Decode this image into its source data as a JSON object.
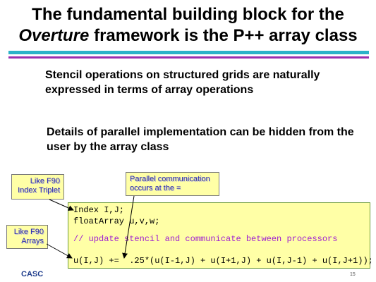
{
  "slide": {
    "title": {
      "line1": "The fundamental building block for the",
      "line2_italic": "Overture",
      "line2_rest": " framework is the P++ array class"
    },
    "bullets": [
      "Stencil operations on structured grids are naturally expressed in terms of array operations",
      "Details of parallel implementation can be hidden from the user by the array class"
    ],
    "code": {
      "line1": "Index I,J;",
      "line2": "floatArray u,v,w;",
      "comment": "// update stencil and communicate between processors",
      "line4": "u(I,J) +=  .25*(u(I-1,J) + u(I+1,J) + u(I,J-1) + u(I,J+1));"
    },
    "callouts": {
      "index_triplet": "Like F90 Index Triplet",
      "parallel_comm": "Parallel communication occurs at the =",
      "arrays": "Like F90 Arrays"
    },
    "footer": {
      "logo_text": "CASC",
      "page_number": "15"
    },
    "colors": {
      "rule_teal": "#2bb3c9",
      "rule_purple": "#9a2fb0",
      "code_background": "#ffffa6",
      "comment_color": "#a020d0",
      "callout_text": "#2a2ab0",
      "footer_blue": "#1f3d8c"
    }
  }
}
